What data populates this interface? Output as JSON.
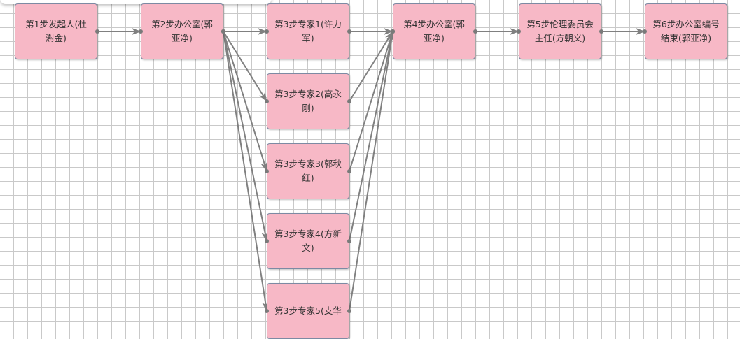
{
  "colors": {
    "node_fill": "#f7b8c6",
    "node_border": "#7d8aa3",
    "edge": "#808080",
    "grid": "#c9c9c9"
  },
  "nodes": [
    {
      "id": "s1",
      "label": "第1步发起人(杜澍金)"
    },
    {
      "id": "s2",
      "label": "第2步办公室(郭亚净)"
    },
    {
      "id": "s31",
      "label": "第3步专家1(许力军)"
    },
    {
      "id": "s32",
      "label": "第3步专家2(高永刚)"
    },
    {
      "id": "s33",
      "label": "第3步专家3(郭秋红)"
    },
    {
      "id": "s34",
      "label": "第3步专家4(方新文)"
    },
    {
      "id": "s35",
      "label": "第3步专家5(支华"
    },
    {
      "id": "s4",
      "label": "第4步办公室(郭亚净)"
    },
    {
      "id": "s5",
      "label": "第5步伦理委员会主任(方朝义)"
    },
    {
      "id": "s6",
      "label": "第6步办公室编号结束(郭亚净)"
    }
  ],
  "edges": [
    {
      "from": "s1",
      "to": "s2"
    },
    {
      "from": "s2",
      "to": "s31"
    },
    {
      "from": "s2",
      "to": "s32"
    },
    {
      "from": "s2",
      "to": "s33"
    },
    {
      "from": "s2",
      "to": "s34"
    },
    {
      "from": "s2",
      "to": "s35"
    },
    {
      "from": "s31",
      "to": "s4"
    },
    {
      "from": "s32",
      "to": "s4"
    },
    {
      "from": "s33",
      "to": "s4"
    },
    {
      "from": "s34",
      "to": "s4"
    },
    {
      "from": "s35",
      "to": "s4"
    },
    {
      "from": "s4",
      "to": "s5"
    },
    {
      "from": "s5",
      "to": "s6"
    }
  ]
}
